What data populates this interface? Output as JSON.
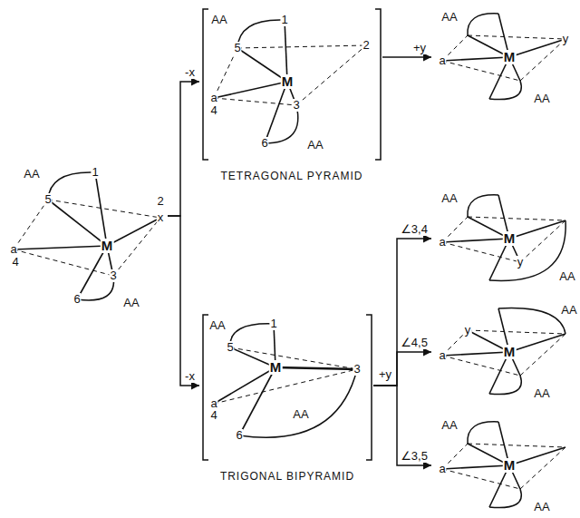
{
  "diagram": {
    "nodes": [
      {
        "text": [
          "AA",
          "1",
          "5",
          "2",
          "x",
          "M",
          "a",
          "4",
          "3",
          "6",
          "AA"
        ]
      },
      {
        "text": [
          "AA",
          "1",
          "5",
          "2",
          "M",
          "a",
          "4",
          "3",
          "6",
          "AA",
          "TETRAGONAL PYRAMID"
        ]
      },
      {
        "text": [
          "AA",
          "1",
          "5",
          "M",
          "3",
          "a",
          "4",
          "6",
          "AA",
          "TRIGONAL BIPYRAMID"
        ]
      },
      {
        "text": [
          "AA",
          "y",
          "M",
          "a",
          "AA"
        ]
      },
      {
        "text": [
          "AA",
          "M",
          "a",
          "y",
          "AA"
        ]
      },
      {
        "text": [
          "AA",
          "y",
          "M",
          "a",
          "AA"
        ]
      },
      {
        "text": [
          "AA",
          "M",
          "a",
          "AA"
        ]
      }
    ],
    "edges": [
      {
        "from": 0,
        "to": 1,
        "arrow": "to",
        "label": "-x"
      },
      {
        "from": 0,
        "to": 2,
        "arrow": "to",
        "label": "-x"
      },
      {
        "from": 1,
        "to": 3,
        "arrow": "to",
        "label": "+y"
      },
      {
        "from": 2,
        "to": 4,
        "arrow": "to",
        "label": "∠3,4"
      },
      {
        "from": 2,
        "to": 5,
        "arrow": "to",
        "label": "∠4,5"
      },
      {
        "from": 2,
        "to": 6,
        "arrow": "to",
        "label": "∠3,5"
      }
    ],
    "labels": [
      "+y"
    ]
  }
}
